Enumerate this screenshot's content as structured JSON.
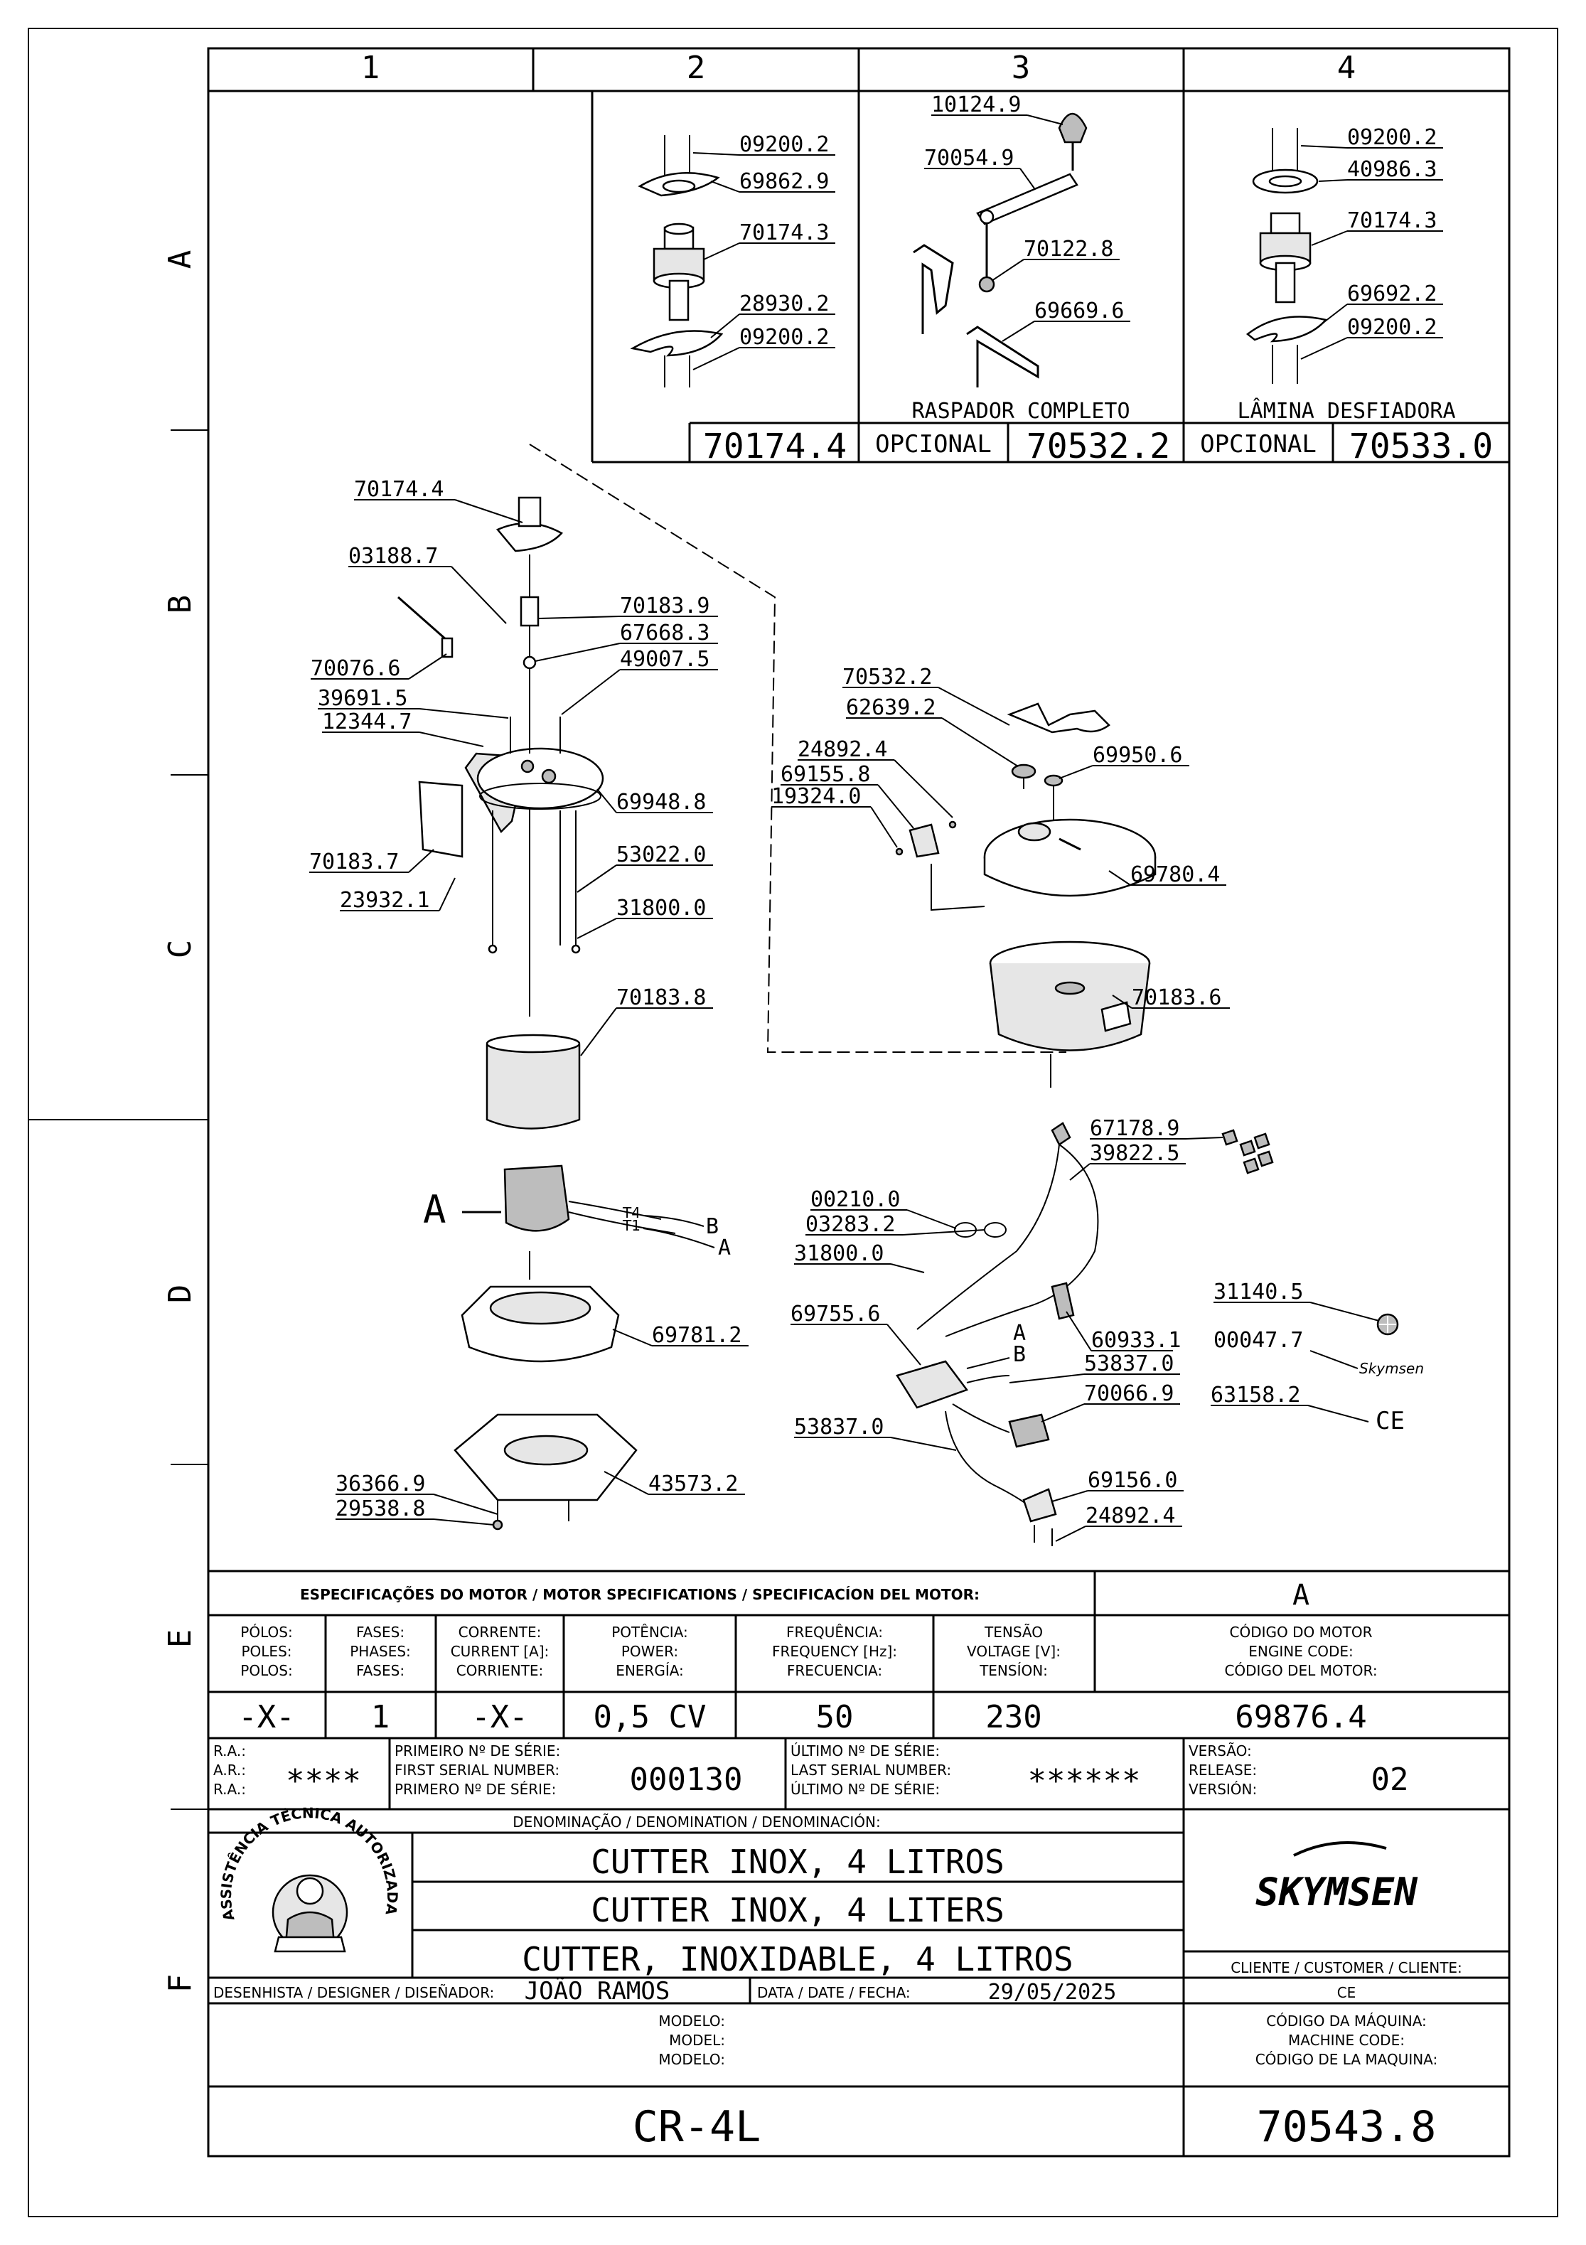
{
  "grid": {
    "columns": [
      "1",
      "2",
      "3",
      "4"
    ],
    "rows": [
      "A",
      "B",
      "C",
      "D",
      "E",
      "F"
    ]
  },
  "options": [
    {
      "code": "70174.4",
      "opt": "",
      "caption": ""
    },
    {
      "code": "70532.2",
      "opt": "OPCIONAL",
      "caption": "RASPADOR  COMPLETO"
    },
    {
      "code": "70533.0",
      "opt": "OPCIONAL",
      "caption": "LÂMINA  DESFIADORA"
    }
  ],
  "parts": {
    "a2": [
      "09200.2",
      "69862.9",
      "70174.3",
      "28930.2",
      "09200.2"
    ],
    "a3": [
      "10124.9",
      "70054.9",
      "70122.8",
      "69669.6"
    ],
    "a4": [
      "09200.2",
      "40986.3",
      "70174.3",
      "69692.2",
      "09200.2"
    ],
    "left": [
      "70174.4",
      "03188.7",
      "70183.9",
      "67668.3",
      "49007.5",
      "70076.6",
      "39691.5",
      "12344.7",
      "69948.8",
      "70183.7",
      "53022.0",
      "23932.1",
      "31800.0",
      "70183.8",
      "69781.2",
      "36366.9",
      "29538.8",
      "43573.2"
    ],
    "right": [
      "70532.2",
      "62639.2",
      "69950.6",
      "24892.4",
      "69155.8",
      "19324.0",
      "69780.4",
      "70183.6"
    ],
    "elec": [
      "67178.9",
      "39822.5",
      "00210.0",
      "03283.2",
      "31800.0",
      "69755.6",
      "60933.1",
      "53837.0",
      "70066.9",
      "53837.0",
      "69156.0",
      "24892.4"
    ],
    "labels": [
      "31140.5",
      "00047.7",
      "63158.2"
    ]
  },
  "motor_letters": {
    "a": "A",
    "t4": "T4",
    "t1": "T1",
    "b": "B",
    "a2": "A",
    "b2": "B"
  },
  "brand_small": "Skymsen",
  "ce_mark": "CE",
  "spec": {
    "header": "ESPECIFICAÇÕES DO MOTOR / MOTOR SPECIFICATIONS / SPECIFICACÍON DEL MOTOR:",
    "engine_letter": "A",
    "columns": [
      {
        "l1": "PÓLOS:",
        "l2": "POLES:",
        "l3": "POLOS:",
        "value": "-X-"
      },
      {
        "l1": "FASES:",
        "l2": "PHASES:",
        "l3": "FASES:",
        "value": "1"
      },
      {
        "l1": "CORRENTE:",
        "l2": "CURRENT [A]:",
        "l3": "CORRIENTE:",
        "value": "-X-"
      },
      {
        "l1": "POTÊNCIA:",
        "l2": "POWER:",
        "l3": "ENERGÍA:",
        "value": "0,5 CV"
      },
      {
        "l1": "FREQUÊNCIA:",
        "l2": "FREQUENCY [Hz]:",
        "l3": "FRECUENCIA:",
        "value": "50"
      },
      {
        "l1": "TENSÃO",
        "l2": "VOLTAGE [V]:",
        "l3": "TENSÍON:",
        "value": "230"
      }
    ],
    "engine_code": {
      "l1": "CÓDIGO DO MOTOR",
      "l2": "ENGINE CODE:",
      "l3": "CÓDIGO DEL MOTOR:",
      "value": "69876.4"
    }
  },
  "serial": {
    "ra": [
      "R.A.:",
      "A.R.:",
      "R.A.:"
    ],
    "ra_value": "****",
    "first": [
      "PRIMEIRO Nº DE SÉRIE:",
      "FIRST SERIAL NUMBER:",
      "PRIMERO Nº DE SÉRIE:"
    ],
    "first_value": "000130",
    "last": [
      "ÚLTIMO Nº DE SÉRIE:",
      "LAST SERIAL NUMBER:",
      "ÚLTIMO Nº DE SÉRIE:"
    ],
    "last_value": "******",
    "version": [
      "VERSÃO:",
      "RELEASE:",
      "VERSIÓN:"
    ],
    "version_value": "02"
  },
  "denomination": {
    "header": "DENOMINAÇÃO / DENOMINATION / DENOMINACIÓN:",
    "lines": [
      "CUTTER INOX, 4 LITROS",
      "CUTTER INOX, 4 LITERS",
      "CUTTER, INOXIDABLE, 4 LITROS"
    ],
    "seal_text": "ASSISTÊNCIA TÉCNICA AUTORIZADA",
    "brand": "SKYMSEN",
    "client_label": "CLIENTE / CUSTOMER / CLIENTE:",
    "client_value": "CE"
  },
  "designer": {
    "label": "DESENHISTA / DESIGNER / DISEÑADOR:",
    "name": "JOÃO RAMOS",
    "date_label": "DATA / DATE / FECHA:",
    "date": "29/05/2025"
  },
  "model": {
    "labels": [
      "MODELO:",
      "MODEL:",
      "MODELO:"
    ],
    "value": "CR-4L"
  },
  "machine": {
    "labels": [
      "CÓDIGO DA MÁQUINA:",
      "MACHINE CODE:",
      "CÓDIGO DE LA MAQUINA:"
    ],
    "value": "70543.8"
  }
}
